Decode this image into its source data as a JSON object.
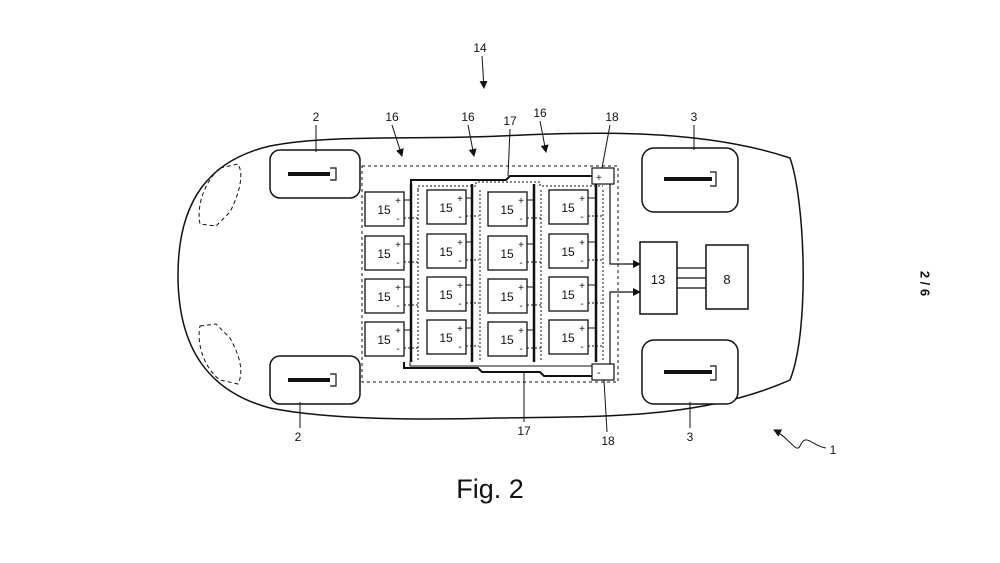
{
  "figure": {
    "caption": "Fig. 2",
    "sheet_number": "2 / 6"
  },
  "labels": {
    "vehicle": "1",
    "front_wheel": "2",
    "rear_wheel": "3",
    "charging_unit": "8",
    "converter": "13",
    "storage": "14",
    "cell": "15",
    "module": "16",
    "busbar": "17",
    "terminal": "18"
  },
  "polarity": {
    "plus": "+",
    "minus": "-"
  }
}
